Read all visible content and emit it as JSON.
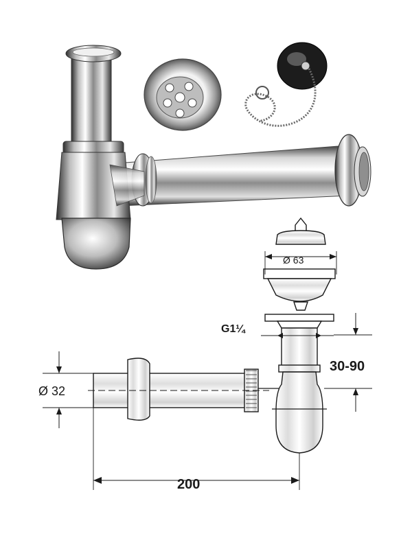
{
  "drawing": {
    "diameter_waste_label": "Ø 32",
    "diameter_top_label": "Ø 63",
    "thread_label": "G1¼",
    "height_range_label": "30-90",
    "length_label": "200"
  },
  "colors": {
    "chrome_dark": "#3a3a3a",
    "chrome_mid": "#9a9a9a",
    "chrome_light": "#f2f2f2",
    "line": "#1a1a1a",
    "plug_black": "#1c1c1c"
  }
}
